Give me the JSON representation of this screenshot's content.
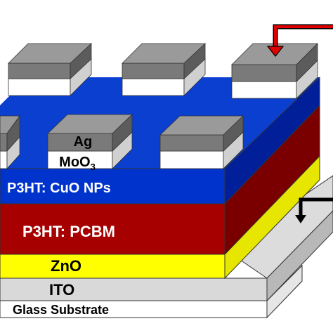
{
  "layers": {
    "glass": "Glass Substrate",
    "ito": "ITO",
    "zno": "ZnO",
    "pcbm": "P3HT: PCBM",
    "cuo": "P3HT: CuO NPs"
  },
  "electrode": {
    "metal": "Ag",
    "oxide_base": "MoO",
    "oxide_sub": "3"
  },
  "colors": {
    "glass": "#ffffff",
    "ito": "#d9d9d9",
    "zno": "#ffff00",
    "pcbm": "#a60000",
    "cuo": "#0033cc",
    "ag": "#8c8c8c",
    "moo3": "#ffffff",
    "wire": "#e00000"
  }
}
